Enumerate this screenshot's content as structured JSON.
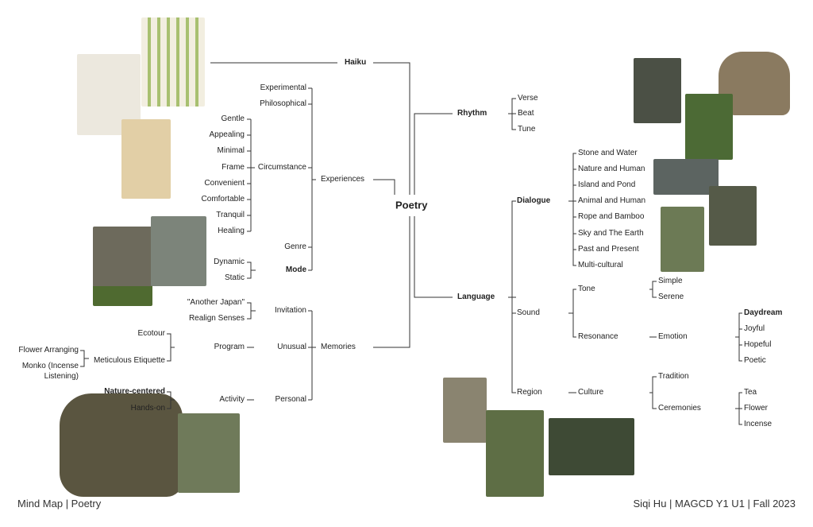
{
  "root": "Poetry",
  "left": {
    "haiku": "Haiku",
    "experiences": {
      "label": "Experiences",
      "experimental": "Experimental",
      "philosophical": "Philosophical",
      "circumstance": "Circumstance",
      "circumstance_items": [
        "Gentle",
        "Appealing",
        "Minimal",
        "Frame",
        "Convenient",
        "Comfortable",
        "Tranquil",
        "Healing"
      ],
      "genre": "Genre",
      "mode": "Mode",
      "mode_items": [
        "Dynamic",
        "Static"
      ]
    },
    "memories": {
      "label": "Memories",
      "invitation": "Invitation",
      "invitation_items": [
        "\"Another Japan\"",
        "Realign Senses"
      ],
      "unusual": "Unusual",
      "program": "Program",
      "ecotour": "Ecotour",
      "etiquette": "Meticulous Etiquette",
      "etiquette_items": [
        "Flower Arranging",
        "Monko (Incense",
        "Listening)"
      ],
      "personal": "Personal",
      "activity": "Activity",
      "activity_items": [
        "Nature-centered",
        "Hands-on"
      ]
    }
  },
  "right": {
    "rhythm": {
      "label": "Rhythm",
      "items": [
        "Verse",
        "Beat",
        "Tune"
      ]
    },
    "language": {
      "label": "Language",
      "dialogue": "Dialogue",
      "dialogue_items": [
        "Stone and Water",
        "Nature and Human",
        "Island and Pond",
        "Animal and Human",
        "Rope and Bamboo",
        "Sky and The Earth",
        "Past and Present",
        "Multi-cultural"
      ],
      "sound": "Sound",
      "tone": "Tone",
      "tone_items": [
        "Simple",
        "Serene"
      ],
      "resonance": "Resonance",
      "emotion": "Emotion",
      "emotion_items": [
        "Daydream",
        "Joyful",
        "Hopeful",
        "Poetic"
      ],
      "region": "Region",
      "culture": "Culture",
      "tradition": "Tradition",
      "ceremonies": "Ceremonies",
      "ceremony_items": [
        "Tea",
        "Flower",
        "Incense"
      ]
    }
  },
  "footer": {
    "left": "Mind Map | Poetry",
    "right": "Siqi Hu | MAGCD Y1 U1 | Fall 2023"
  }
}
